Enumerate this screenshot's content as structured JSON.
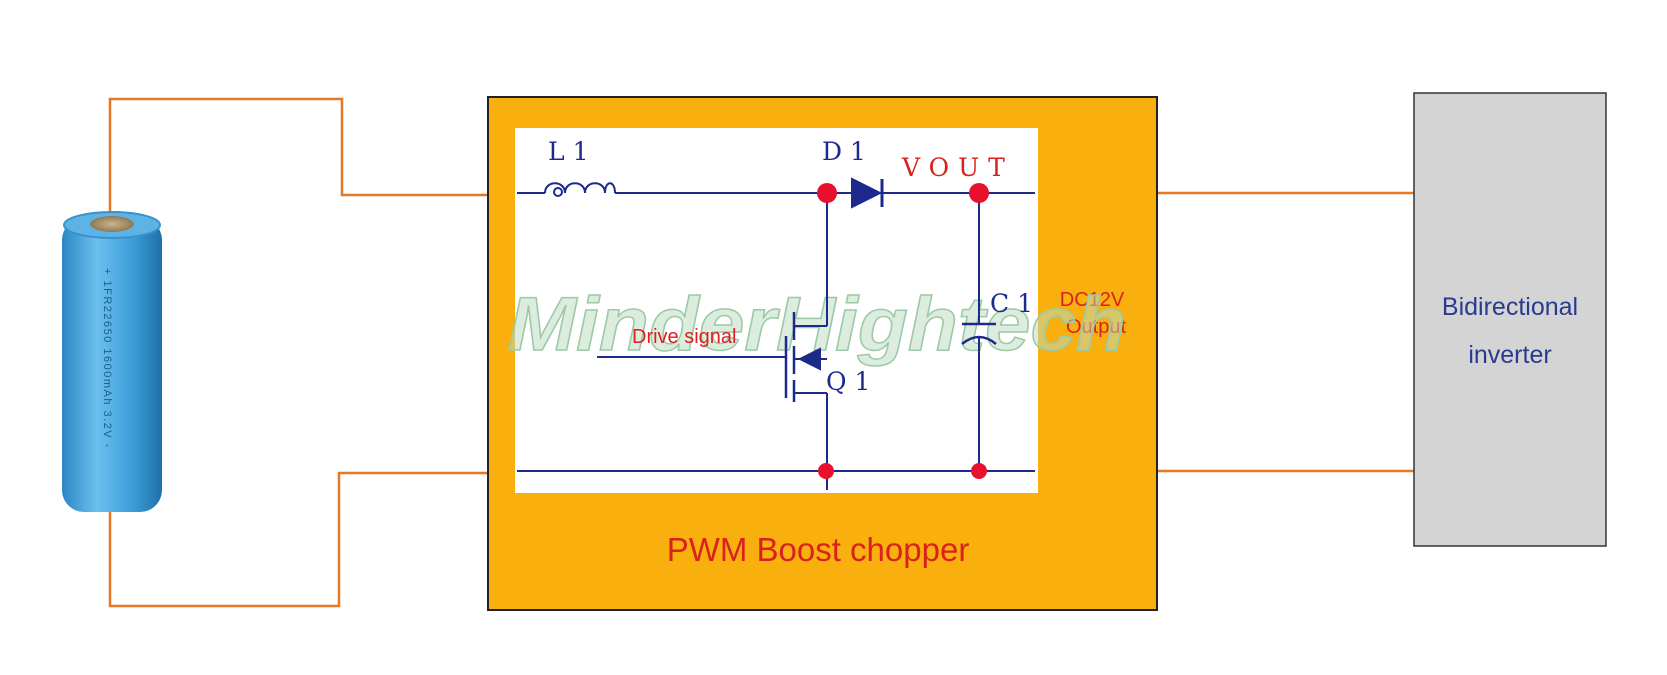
{
  "colors": {
    "chopper_box": "#f9b00e",
    "wire": "#e87722",
    "circuit": "#1c2a8c",
    "node": "#e8112d",
    "label_red": "#d9221e",
    "label_blue": "#2a3a8e",
    "inverter_fill": "#d4d4d4",
    "battery": "#3d9fd8"
  },
  "components": {
    "inductor": "L1",
    "diode": "D1",
    "vout": "VOUT",
    "capacitor": "C1",
    "transistor": "Q1"
  },
  "labels": {
    "drive_signal": "Drive signal",
    "dc_output_line1": "DC12V",
    "dc_output_line2": "Output",
    "chopper": "PWM Boost chopper",
    "inverter_line1": "Bidirectional",
    "inverter_line2": "inverter"
  },
  "battery": {
    "print": "+ 1FR22650 1600mAh 3.2V -"
  },
  "watermark": "MinderHightech",
  "icons": {
    "battery": "cylindrical-battery-icon",
    "inductor": "inductor-symbol",
    "diode": "diode-symbol",
    "capacitor": "capacitor-symbol",
    "transistor": "mosfet-symbol"
  }
}
